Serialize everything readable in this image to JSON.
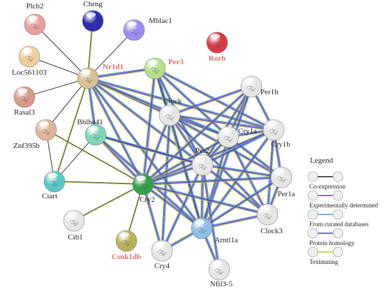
{
  "colors": {
    "coexpression": "#222222",
    "experimental": "#7b3fb0",
    "curated": "#33a9c9",
    "homology": "#3a3ad0",
    "textmining": "#b8c93a",
    "highlight_label": "#d4736b"
  },
  "nodes": [
    {
      "id": "Plcb2",
      "label": "Plcb2",
      "color": "#e8a0a0",
      "highlight": false
    },
    {
      "id": "Chrng",
      "label": "Chrng",
      "color": "#2d2dae",
      "highlight": false
    },
    {
      "id": "Mblac1",
      "label": "Mblac1",
      "color": "#9b8ef0",
      "highlight": false
    },
    {
      "id": "Loc561103",
      "label": "Loc561103",
      "color": "#efcf9e",
      "highlight": false
    },
    {
      "id": "Nr1d1",
      "label": "Nr1d1",
      "color": "#d9bf94",
      "highlight": true
    },
    {
      "id": "Per3",
      "label": "Per3",
      "color": "#b4e08a",
      "highlight": true
    },
    {
      "id": "Rorb",
      "label": "Rorb",
      "color": "#d63a44",
      "highlight": true
    },
    {
      "id": "Rasal3",
      "label": "Rasal3",
      "color": "#d89a8a",
      "highlight": false
    },
    {
      "id": "Clock",
      "label": "Clock",
      "color": "#e6e6e6",
      "highlight": false
    },
    {
      "id": "Per1b",
      "label": "Per1b",
      "color": "#e6e6e6",
      "highlight": false
    },
    {
      "id": "Bhlhe41",
      "label": "Bhlhe41",
      "color": "#7fd6b4",
      "highlight": false
    },
    {
      "id": "Cry1a",
      "label": "Cry1a",
      "color": "#e6e6e6",
      "highlight": false
    },
    {
      "id": "Cry1b",
      "label": "Cry1b",
      "color": "#e6e6e6",
      "highlight": false
    },
    {
      "id": "Znf395b",
      "label": "Znf395b",
      "color": "#e0b49e",
      "highlight": false
    },
    {
      "id": "Per2",
      "label": "Per2",
      "color": "#e6e6e6",
      "highlight": false
    },
    {
      "id": "Per1a",
      "label": "Per1a",
      "color": "#e6e6e6",
      "highlight": false
    },
    {
      "id": "Ciart",
      "label": "Ciart",
      "color": "#5cc6c4",
      "highlight": false
    },
    {
      "id": "Cry2",
      "label": "Cry2",
      "color": "#33a04a",
      "highlight": false
    },
    {
      "id": "Clock3",
      "label": "Clock3",
      "color": "#e6e6e6",
      "highlight": false
    },
    {
      "id": "Cib1",
      "label": "Cib1",
      "color": "#e6e6e6",
      "highlight": false
    },
    {
      "id": "Csnk1db",
      "label": "Csnk1db",
      "color": "#b8b05a",
      "highlight": true
    },
    {
      "id": "Arntl1a",
      "label": "Arntl1a",
      "color": "#8cc0e8",
      "highlight": false
    },
    {
      "id": "Cry4",
      "label": "Cry4",
      "color": "#e6e6e6",
      "highlight": false
    },
    {
      "id": "Nfil3-5",
      "label": "Nfil3-5",
      "color": "#e6e6e6",
      "highlight": false
    }
  ],
  "edges": [
    [
      "Nr1d1",
      "Plcb2"
    ],
    [
      "Nr1d1",
      "Chrng"
    ],
    [
      "Nr1d1",
      "Mblac1"
    ],
    [
      "Nr1d1",
      "Loc561103"
    ],
    [
      "Nr1d1",
      "Rasal3"
    ],
    [
      "Nr1d1",
      "Znf395b"
    ],
    [
      "Nr1d1",
      "Per3"
    ],
    [
      "Nr1d1",
      "Clock"
    ],
    [
      "Nr1d1",
      "Per2"
    ],
    [
      "Nr1d1",
      "Cry1a"
    ],
    [
      "Nr1d1",
      "Cry2"
    ],
    [
      "Nr1d1",
      "Bhlhe41"
    ],
    [
      "Nr1d1",
      "Ciart"
    ],
    [
      "Nr1d1",
      "Arntl1a"
    ],
    [
      "Nr1d1",
      "Cry1b"
    ],
    [
      "Per3",
      "Cry2"
    ],
    [
      "Per3",
      "Clock"
    ],
    [
      "Per3",
      "Per2"
    ],
    [
      "Per3",
      "Arntl1a"
    ],
    [
      "Per3",
      "Cry1b"
    ],
    [
      "Per3",
      "Cry1a"
    ],
    [
      "Clock",
      "Per1b"
    ],
    [
      "Clock",
      "Cry1a"
    ],
    [
      "Clock",
      "Cry1b"
    ],
    [
      "Clock",
      "Per2"
    ],
    [
      "Clock",
      "Cry2"
    ],
    [
      "Clock",
      "Arntl1a"
    ],
    [
      "Clock",
      "Clock3"
    ],
    [
      "Clock",
      "Per1a"
    ],
    [
      "Clock",
      "Cry4"
    ],
    [
      "Per1b",
      "Cry1b"
    ],
    [
      "Per1b",
      "Cry1a"
    ],
    [
      "Per1b",
      "Per2"
    ],
    [
      "Per1b",
      "Arntl1a"
    ],
    [
      "Per1b",
      "Cry2"
    ],
    [
      "Cry1a",
      "Cry1b"
    ],
    [
      "Cry1a",
      "Per2"
    ],
    [
      "Cry1a",
      "Arntl1a"
    ],
    [
      "Cry1a",
      "Clock3"
    ],
    [
      "Cry1a",
      "Per1a"
    ],
    [
      "Cry1a",
      "Cry2"
    ],
    [
      "Cry1b",
      "Per2"
    ],
    [
      "Cry1b",
      "Arntl1a"
    ],
    [
      "Cry1b",
      "Per1a"
    ],
    [
      "Cry1b",
      "Clock3"
    ],
    [
      "Cry1b",
      "Cry2"
    ],
    [
      "Per2",
      "Cry2"
    ],
    [
      "Per2",
      "Arntl1a"
    ],
    [
      "Per2",
      "Clock3"
    ],
    [
      "Per2",
      "Per1a"
    ],
    [
      "Per2",
      "Bhlhe41"
    ],
    [
      "Per2",
      "Cry4"
    ],
    [
      "Per2",
      "Nfil3-5"
    ],
    [
      "Bhlhe41",
      "Cry2"
    ],
    [
      "Bhlhe41",
      "Ciart"
    ],
    [
      "Bhlhe41",
      "Per2"
    ],
    [
      "Bhlhe41",
      "Arntl1a"
    ],
    [
      "Znf395b",
      "Ciart"
    ],
    [
      "Znf395b",
      "Cry2"
    ],
    [
      "Ciart",
      "Cry2"
    ],
    [
      "Cry2",
      "Cib1"
    ],
    [
      "Cry2",
      "Csnk1db"
    ],
    [
      "Cry2",
      "Arntl1a"
    ],
    [
      "Cry2",
      "Clock3"
    ],
    [
      "Cry2",
      "Per1a"
    ],
    [
      "Cry2",
      "Cry4"
    ],
    [
      "Arntl1a",
      "Cry4"
    ],
    [
      "Arntl1a",
      "Clock3"
    ],
    [
      "Arntl1a",
      "Nfil3-5"
    ],
    [
      "Arntl1a",
      "Per1a"
    ],
    [
      "Clock3",
      "Per1a"
    ]
  ],
  "legend": {
    "title": "Legend",
    "items": [
      {
        "label": "Co-expression",
        "color_key": "coexpression"
      },
      {
        "label": "Experimentally determined",
        "color_key": "experimental"
      },
      {
        "label": "From curated databases",
        "color_key": "curated"
      },
      {
        "label": "Protein homology",
        "color_key": "homology"
      },
      {
        "label": "Textmining",
        "color_key": "textmining"
      }
    ]
  }
}
